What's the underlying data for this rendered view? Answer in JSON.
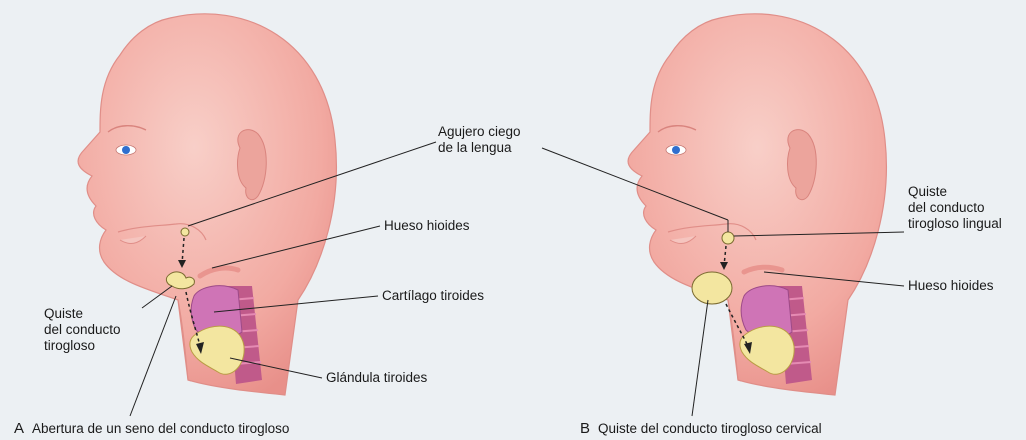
{
  "labels": {
    "foramen": "Agujero ciego\nde la lengua",
    "hyoid_a": "Hueso hioides",
    "thyroid_cartilage": "Cartílago tiroides",
    "cyst_a": "Quiste\ndel conducto\ntirogloso",
    "thyroid_gland": "Glándula tiroides",
    "cyst_lingual": "Quiste\ndel conducto\ntirogloso lingual",
    "hyoid_b": "Hueso hioides"
  },
  "captions": {
    "a_letter": "A",
    "a_text": "Abertura de un seno del conducto tirogloso",
    "b_letter": "B",
    "b_text": "Quiste del conducto tirogloso cervical"
  },
  "colors": {
    "background": "#ecf0f3",
    "skin": "#f4b8b0",
    "skin_shadow": "#e9958f",
    "cartilage": "#cf74b6",
    "thyroid": "#f3e6a0",
    "trachea": "#c05a8a",
    "eye": "#2f6fcf"
  }
}
